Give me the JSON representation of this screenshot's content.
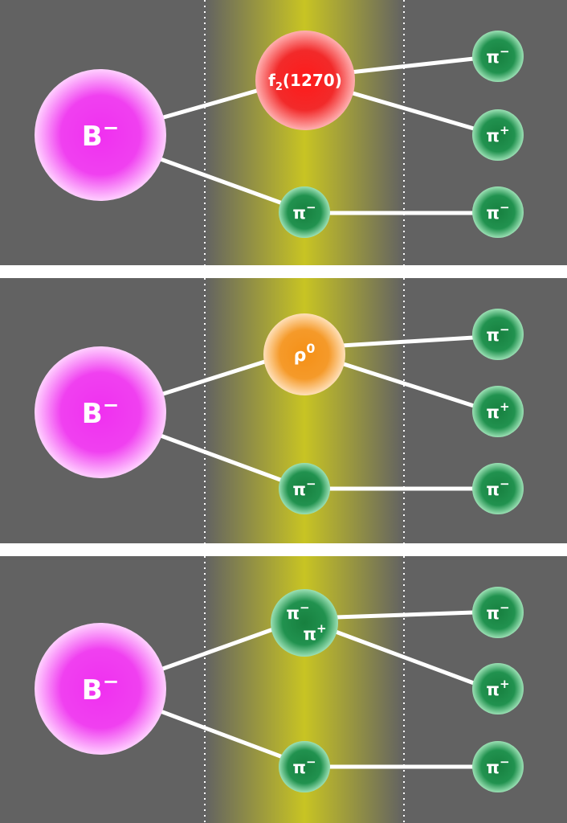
{
  "colors": {
    "background": "#626262",
    "separator": "#ffffff",
    "band_center": "#c8c423",
    "line": "#ffffff",
    "b_meson": "#ee22ee",
    "f2": "#ef1f1f",
    "rho": "#f28c1c",
    "pion": "#1d8c4a"
  },
  "panels": [
    {
      "parent": {
        "base": "B",
        "sup": "−"
      },
      "intermediate": {
        "kind": "f2",
        "base": "f",
        "sub": "2",
        "rest": "(1270)"
      },
      "spectator": {
        "base": "π",
        "sup": "−"
      },
      "products": [
        {
          "base": "π",
          "sup": "−"
        },
        {
          "base": "π",
          "sup": "+"
        },
        {
          "base": "π",
          "sup": "−"
        }
      ]
    },
    {
      "parent": {
        "base": "B",
        "sup": "−"
      },
      "intermediate": {
        "kind": "rho",
        "base": "ρ",
        "sup": "0"
      },
      "spectator": {
        "base": "π",
        "sup": "−"
      },
      "products": [
        {
          "base": "π",
          "sup": "−"
        },
        {
          "base": "π",
          "sup": "+"
        },
        {
          "base": "π",
          "sup": "−"
        }
      ]
    },
    {
      "parent": {
        "base": "B",
        "sup": "−"
      },
      "intermediate": {
        "kind": "pair",
        "first": {
          "base": "π",
          "sup": "−"
        },
        "second": {
          "base": "π",
          "sup": "+"
        }
      },
      "spectator": {
        "base": "π",
        "sup": "−"
      },
      "products": [
        {
          "base": "π",
          "sup": "−"
        },
        {
          "base": "π",
          "sup": "+"
        },
        {
          "base": "π",
          "sup": "−"
        }
      ]
    }
  ]
}
